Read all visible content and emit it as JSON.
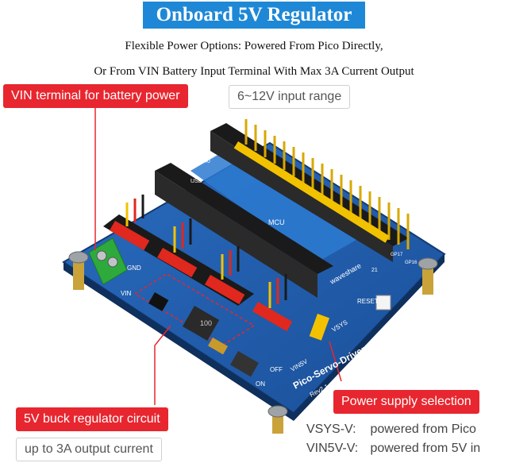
{
  "header": {
    "title": "Onboard 5V Regulator",
    "subtitle_line1": "Flexible Power Options: Powered From Pico Directly,",
    "subtitle_line2": "Or From VIN Battery Input Terminal With Max 3A Current Output"
  },
  "callouts": {
    "vin_terminal": "VIN terminal for battery power",
    "input_range": "6~12V input range",
    "buck_regulator": "5V buck regulator circuit",
    "output_current": "up to 3A output current",
    "power_selection": "Power supply selection"
  },
  "legend": [
    {
      "key": "VSYS-V:",
      "text": "powered from Pico"
    },
    {
      "key": "VIN5V-V:",
      "text": "powered from 5V in"
    }
  ],
  "board": {
    "name": "Pico-Servo-Driver",
    "revision": "Rev2.1",
    "brand": "waveshare",
    "reset_label": "RESET",
    "vsys_label": "VSYS",
    "vin5v_label": "VIN5V",
    "on_label": "ON",
    "off_label": "OFF",
    "vin_label": "VIN",
    "gnd_label": "GND",
    "mcu_label": "MCU",
    "usb_label": "USB",
    "pin_40": "40",
    "pin_21": "21",
    "gp17_label": "GP17",
    "gp16_label": "GP16",
    "inductor_label": "100",
    "colors": {
      "pcb": "#1f5fb0",
      "header": "#1a1a1a",
      "pin_yellow": "#f2c200",
      "pin_red": "#e0281e",
      "terminal": "#2eaa3c"
    }
  }
}
